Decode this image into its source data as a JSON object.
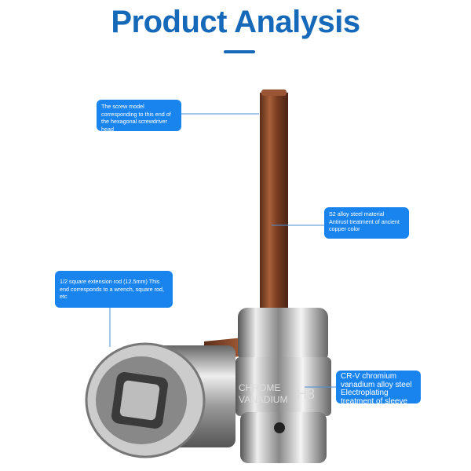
{
  "header": {
    "title": "Product Analysis"
  },
  "callouts": {
    "hex_end": "The screw model corresponding to this end of the hexagonal screwdriver head",
    "material": "S2 alloy steel material Antirust treatment of ancient copper color",
    "square_end": "1/2 square extension rod (12.5mm) This end corresponds to a wrench, square rod, etc",
    "sleeve": "CR-V chromium vanadium alloy steel Electroplating treatment of sleeve surface"
  },
  "engraving": {
    "line1": "CHROME",
    "line2": "VANADIUM",
    "size": "H8"
  },
  "colors": {
    "accent": "#1668b8",
    "callout": "#1a84ee",
    "copper": "#8a4a2a"
  }
}
